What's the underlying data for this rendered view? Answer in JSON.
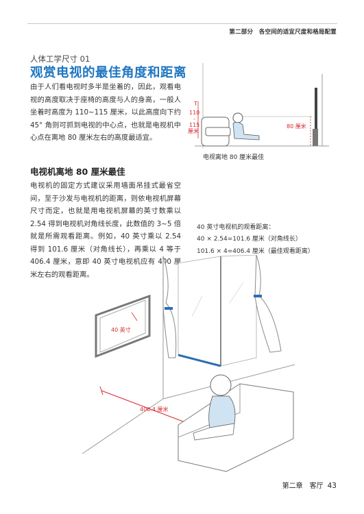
{
  "header": {
    "section": "第二部分　各空间的适宜尺度和格局配置"
  },
  "article": {
    "subtitle": "人体工学尺寸 01",
    "title": "观赏电视的最佳角度和距离",
    "intro": "由于人们看电视时多半是坐着的，因此，观看电视的高度取决于座椅的高度与人的身高，一般人坐着时高度为 110~115 厘米，以此高度向下约 45° 角则可抓到电视的中心点，也就是电视机中心点在离地 80 厘米左右的高度最适宜。",
    "section2_heading": "电视机离地 80 厘米最佳",
    "section2_body": "电视机的固定方式建议采用墙面吊挂式最省空间，至于沙发与电视机的距离，则依电视机屏幕尺寸而定，也就是用电视机屏幕的英寸数乘以 2.54 得到电视机对角线长度，此数值的 3~5 倍就是所需观看距离。例如，40 英寸乘以 2.54 得到 101.6 厘米（对角线长），再乘以 4 等于 406.4 厘米，意即 40 英寸电视机应有 400 厘米左右的观看距离。"
  },
  "figure1": {
    "caption": "电视离地 80 厘米最佳",
    "label_t": "T",
    "label_110": "110",
    "label_dash": "-",
    "label_115": "115",
    "label_cm": "厘米",
    "label_80": "80 厘米"
  },
  "calculation": {
    "line1": "40 英寸电视机的观看距离：",
    "line2": "40 × 2.54=101.6 厘米（对角线长）",
    "line3": "101.6 × 4=406.4 厘米（最佳观看距离）"
  },
  "figure2": {
    "tv_label": "40 英寸",
    "distance_label": "406.4 厘米"
  },
  "footer": {
    "chapter": "第二章　客厅",
    "page": "43"
  },
  "colors": {
    "accent_blue": "#1f76c2",
    "dimension_red": "#d8262d",
    "floor_blue": "#2f6db3"
  }
}
